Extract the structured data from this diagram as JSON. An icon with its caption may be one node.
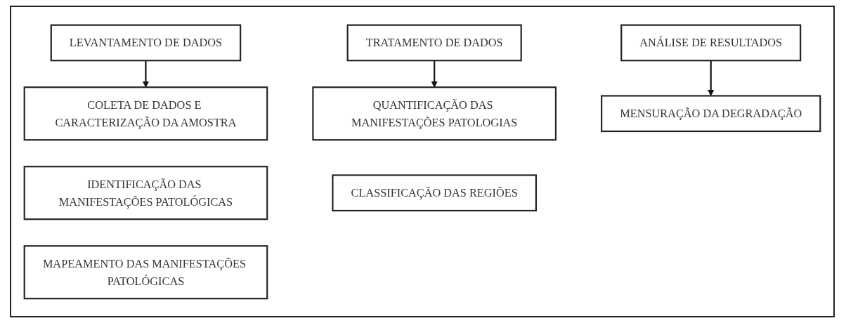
{
  "diagram": {
    "nodes": [
      {
        "text": [
          "LEVANTAMENTO DE DADOS"
        ]
      },
      {
        "text": [
          "COLETA DE DADOS E CARACTERIZAÇÃO DA AMOSTRA"
        ]
      },
      {
        "text": [
          "IDENTIFICAÇÃO DAS MANIFESTAÇÕES PATOLÓGICAS"
        ]
      },
      {
        "text": [
          "MAPEAMENTO DAS MANIFESTAÇÕES PATOLÓGICAS"
        ]
      },
      {
        "text": [
          "TRATAMENTO DE DADOS"
        ]
      },
      {
        "text": [
          "QUANTIFICAÇÃO DAS MANIFESTAÇÕES PATOLOGIAS"
        ]
      },
      {
        "text": [
          "CLASSIFICAÇÃO DAS REGIÕES"
        ]
      },
      {
        "text": [
          "ANÁLISE DE RESULTADOS"
        ]
      },
      {
        "text": [
          "MENSURAÇÃO DA DEGRADAÇÃO"
        ]
      }
    ],
    "edges": [
      {
        "from": 0,
        "to": 1,
        "arrow": "to"
      },
      {
        "from": 4,
        "to": 5,
        "arrow": "to"
      },
      {
        "from": 7,
        "to": 8,
        "arrow": "to"
      }
    ]
  }
}
